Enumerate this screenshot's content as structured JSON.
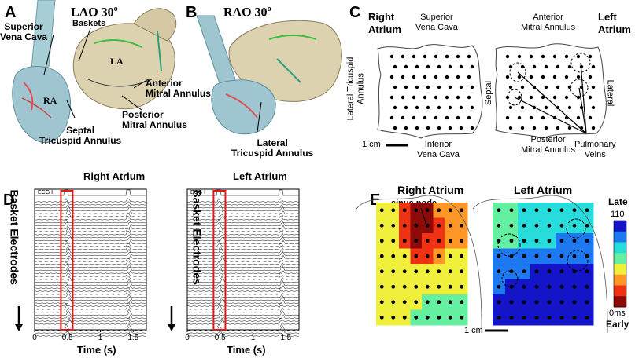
{
  "panels": {
    "A": {
      "letter": "A",
      "view": "LAO 30",
      "view_sup": "o",
      "labels": {
        "superior_vena_cava": "Superior\nVena Cava",
        "baskets": "Baskets",
        "la": "LA",
        "ra": "RA",
        "anterior_mitral": "Anterior\nMitral Annulus",
        "septal_tricuspid": "Septal\nTricuspid Annulus",
        "posterior_mitral": "Posterior\nMitral Annulus"
      }
    },
    "B": {
      "letter": "B",
      "view": "RAO 30",
      "view_sup": "o",
      "labels": {
        "lateral_tricuspid": "Lateral\nTricuspid Annulus"
      }
    },
    "C": {
      "letter": "C",
      "right_atrium": "Right\nAtrium",
      "left_atrium": "Left\nAtrium",
      "superior_vena_cava": "Superior\nVena Cava",
      "inferior_vena_cava": "Inferior\nVena Cava",
      "lateral_tricuspid": "Lateral Tricuspid\nAnnulus",
      "anterior_mitral": "Anterior\nMitral Annulus",
      "posterior_mitral": "Posterior\nMitral Annulus",
      "septal": "Septal",
      "lateral": "Lateral",
      "pulmonary_veins": "Pulmonary\nVeins",
      "scale": "1 cm"
    },
    "D": {
      "letter": "D",
      "right_title": "Right Atrium",
      "left_title": "Left Atrium",
      "ecg_label": "ECG I",
      "ylabel": "Basket Electrodes",
      "xlabel": "Time (s)",
      "x_ticks": [
        "0",
        "0.5",
        "1",
        "1.5"
      ],
      "highlight_window_s": [
        0.4,
        0.58
      ]
    },
    "E": {
      "letter": "E",
      "right_title": "Right Atrium",
      "left_title": "Left Atrium",
      "sinus_node": "sinus node",
      "scale": "1 cm",
      "colorbar": {
        "top_label": "Late",
        "top_value": "110",
        "bottom_value": "0ms",
        "bottom_label": "Early",
        "colors": [
          "#1414c8",
          "#1e78f0",
          "#28dcdc",
          "#64f0a0",
          "#f0f03c",
          "#ff9628",
          "#f03214",
          "#8c0a0a"
        ]
      }
    }
  }
}
